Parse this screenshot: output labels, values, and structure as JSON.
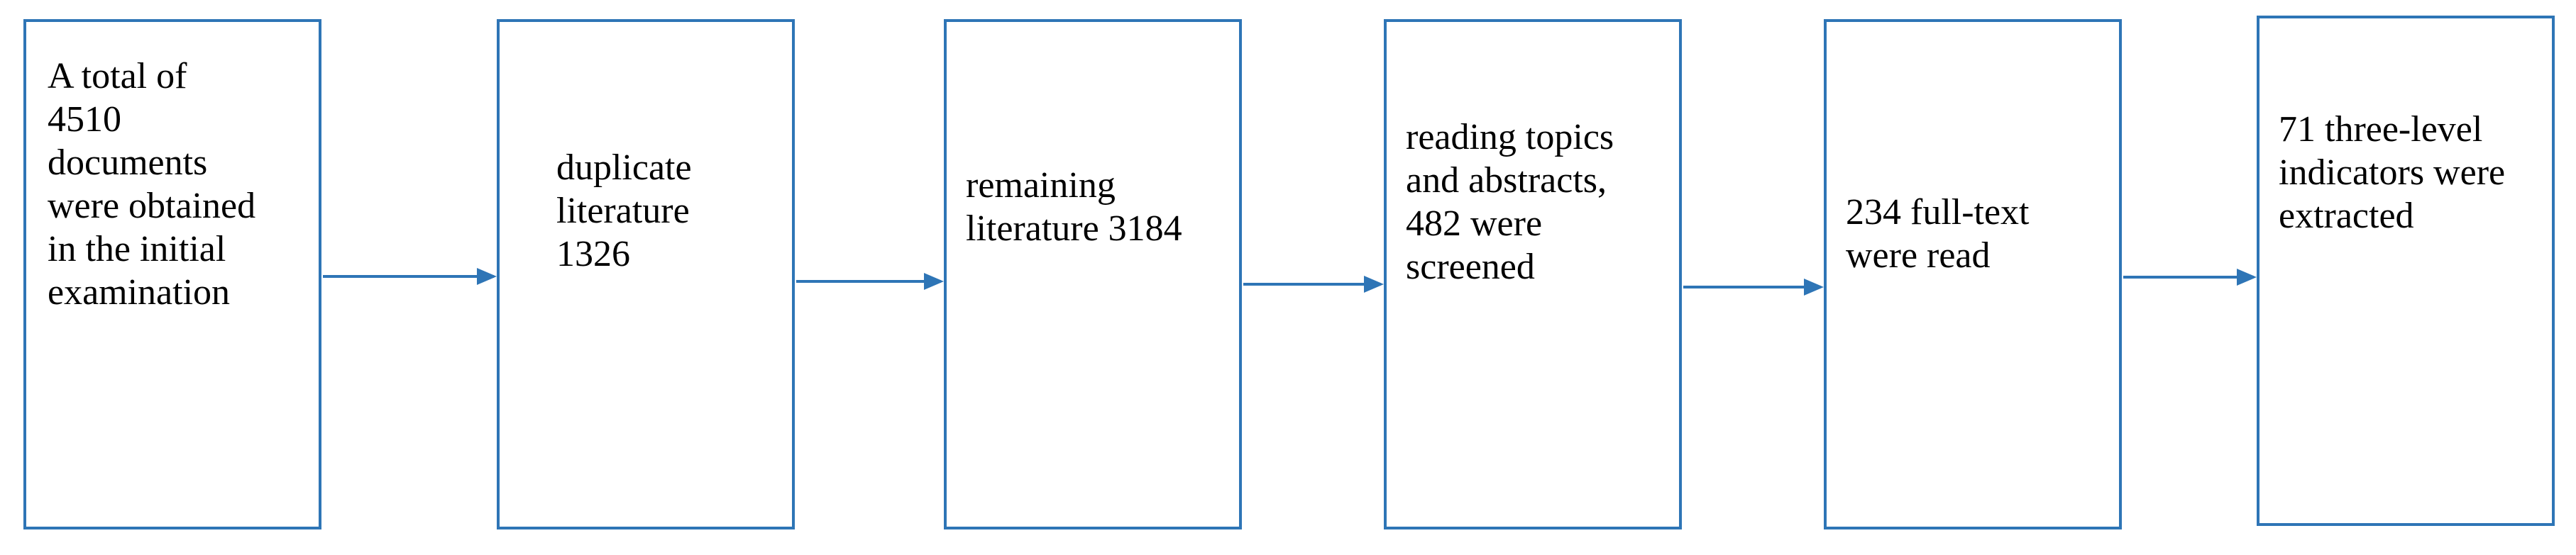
{
  "flow": {
    "accent_color": "#2e75b6",
    "steps": [
      {
        "text": "A total of\n4510\ndocuments\nwere obtained\nin the initial\nexamination"
      },
      {
        "text": "duplicate\nliterature\n1326"
      },
      {
        "text": "remaining\nliterature 3184"
      },
      {
        "text": "reading topics\nand abstracts,\n482 were\nscreened"
      },
      {
        "text": "234 full-text\nwere read"
      },
      {
        "text": "71 three-level\nindicators were\nextracted"
      }
    ],
    "connectors": [
      {
        "from": "step-1",
        "to": "step-2",
        "icon": "arrow-right-icon"
      },
      {
        "from": "step-2",
        "to": "step-3",
        "icon": "arrow-right-icon"
      },
      {
        "from": "step-3",
        "to": "step-4",
        "icon": "arrow-right-icon"
      },
      {
        "from": "step-4",
        "to": "step-5",
        "icon": "arrow-right-icon"
      },
      {
        "from": "step-5",
        "to": "step-6",
        "icon": "arrow-right-icon"
      }
    ]
  }
}
